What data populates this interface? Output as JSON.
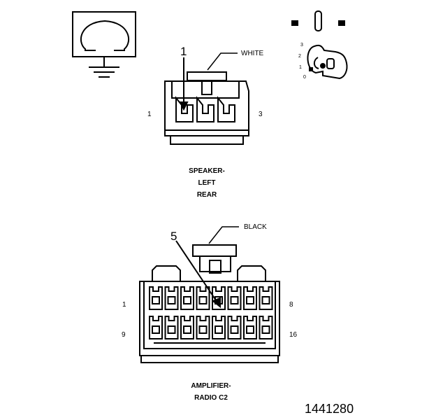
{
  "figure_number": "1441280",
  "speaker_connector": {
    "wire_color": "WHITE",
    "callout_pin": "1",
    "pin_left": "1",
    "pin_right": "3",
    "caption_line1": "SPEAKER-",
    "caption_line2": "LEFT",
    "caption_line3": "REAR"
  },
  "amplifier_connector": {
    "wire_color": "BLACK",
    "callout_pin": "5",
    "pin_top_left": "1",
    "pin_top_right": "8",
    "pin_bottom_left": "9",
    "pin_bottom_right": "16",
    "caption_line1": "AMPLIFIER-",
    "caption_line2": "RADIO C2"
  },
  "key_switch": {
    "pos_3": "3",
    "pos_2": "2",
    "pos_1": "1",
    "pos_0": "0"
  },
  "icons": [
    "ohmmeter-ground-icon",
    "ignition-key-icon"
  ]
}
